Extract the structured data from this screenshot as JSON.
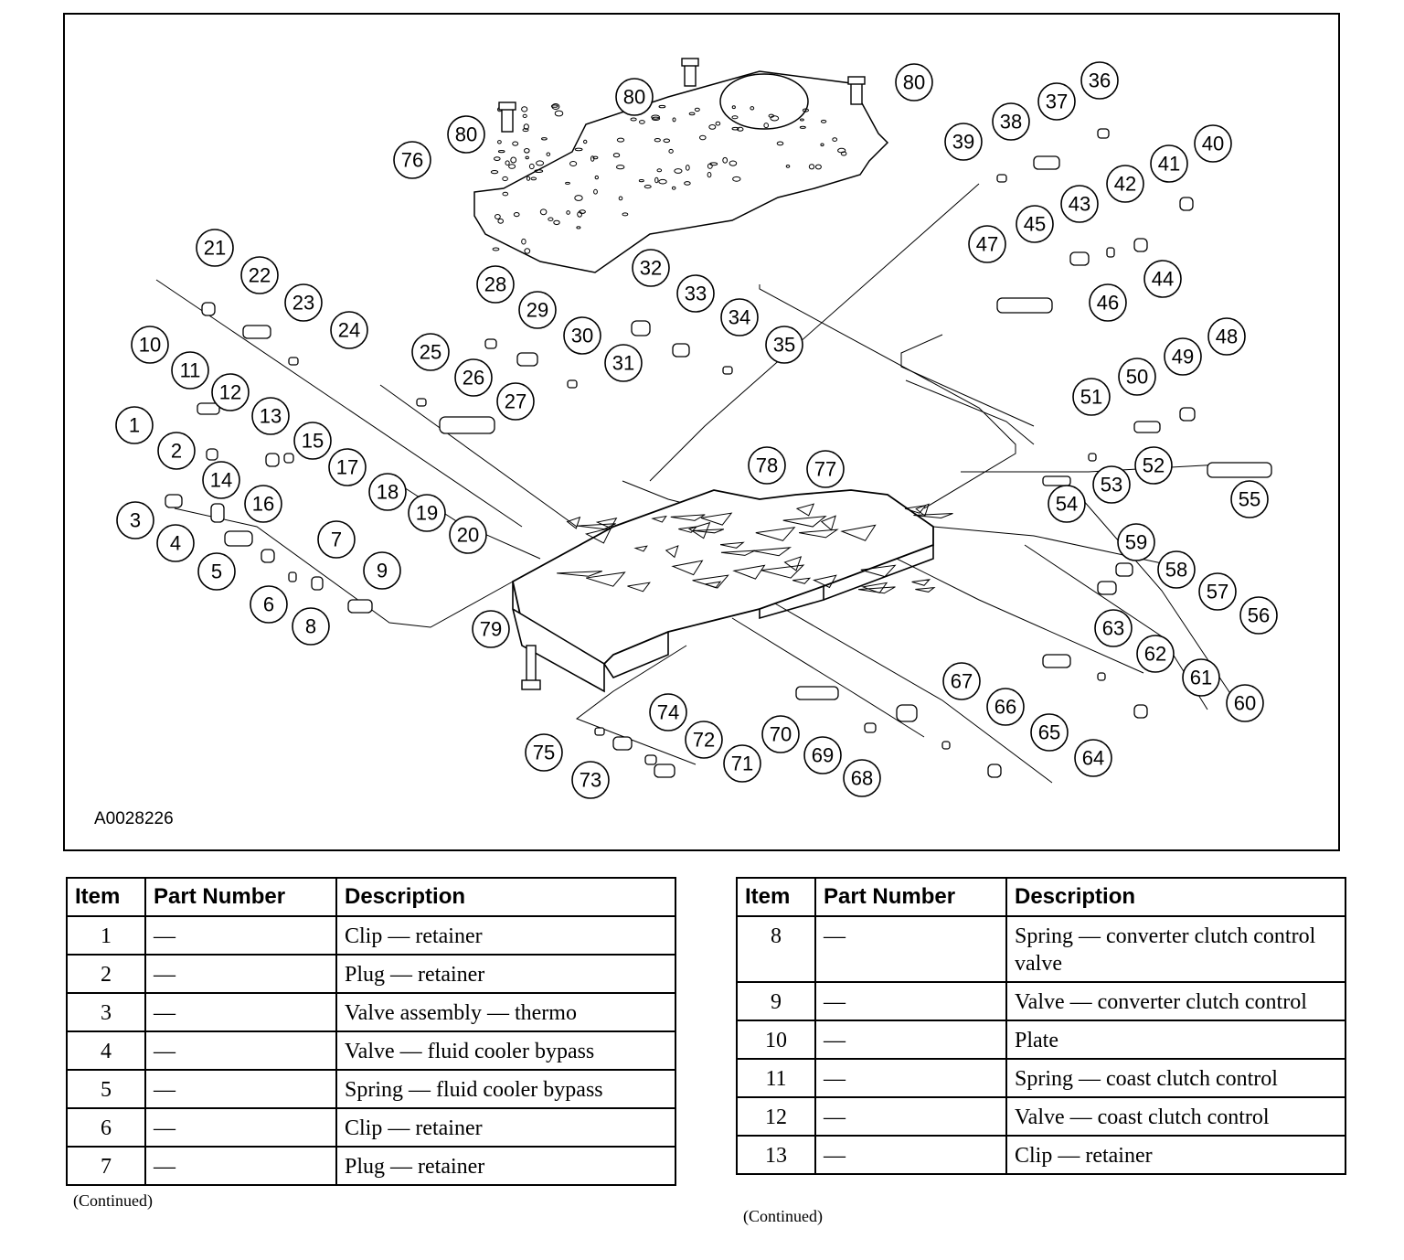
{
  "figure": {
    "figure_id": "A0028226",
    "callouts": [
      "1",
      "2",
      "3",
      "4",
      "5",
      "6",
      "7",
      "8",
      "9",
      "10",
      "11",
      "12",
      "13",
      "14",
      "15",
      "16",
      "17",
      "18",
      "19",
      "20",
      "21",
      "22",
      "23",
      "24",
      "25",
      "26",
      "27",
      "28",
      "29",
      "30",
      "31",
      "32",
      "33",
      "34",
      "35",
      "36",
      "37",
      "38",
      "39",
      "40",
      "41",
      "42",
      "43",
      "44",
      "45",
      "46",
      "47",
      "48",
      "49",
      "50",
      "51",
      "52",
      "53",
      "54",
      "55",
      "56",
      "57",
      "58",
      "59",
      "60",
      "61",
      "62",
      "63",
      "64",
      "65",
      "66",
      "67",
      "68",
      "69",
      "70",
      "71",
      "72",
      "73",
      "74",
      "75",
      "76",
      "77",
      "78",
      "79",
      "80",
      "80",
      "80"
    ]
  },
  "table_left": {
    "headers": [
      "Item",
      "Part Number",
      "Description"
    ],
    "rows": [
      {
        "item": "1",
        "part": "—",
        "desc": "Clip — retainer"
      },
      {
        "item": "2",
        "part": "—",
        "desc": "Plug — retainer"
      },
      {
        "item": "3",
        "part": "—",
        "desc": "Valve assembly — thermo"
      },
      {
        "item": "4",
        "part": "—",
        "desc": "Valve — fluid cooler bypass"
      },
      {
        "item": "5",
        "part": "—",
        "desc": "Spring — fluid cooler bypass"
      },
      {
        "item": "6",
        "part": "—",
        "desc": "Clip — retainer"
      },
      {
        "item": "7",
        "part": "—",
        "desc": "Plug — retainer"
      }
    ],
    "continued": "(Continued)"
  },
  "table_right": {
    "headers": [
      "Item",
      "Part Number",
      "Description"
    ],
    "rows": [
      {
        "item": "8",
        "part": "—",
        "desc": "Spring — converter clutch control valve"
      },
      {
        "item": "9",
        "part": "—",
        "desc": "Valve — converter clutch control"
      },
      {
        "item": "10",
        "part": "—",
        "desc": "Plate"
      },
      {
        "item": "11",
        "part": "—",
        "desc": "Spring — coast clutch control"
      },
      {
        "item": "12",
        "part": "—",
        "desc": "Valve — coast clutch control"
      },
      {
        "item": "13",
        "part": "—",
        "desc": "Clip — retainer"
      }
    ],
    "continued": "(Continued)"
  }
}
